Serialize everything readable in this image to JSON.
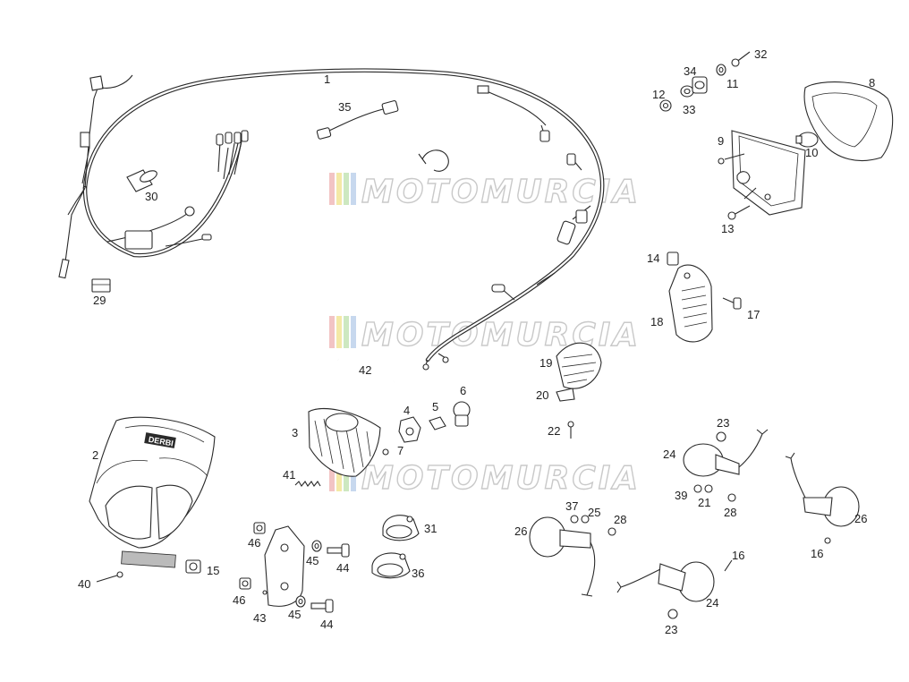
{
  "watermark": {
    "text": "MOTOMURCIA",
    "stripe_colors": [
      "#f2c4c4",
      "#f4e9a6",
      "#cde8c0",
      "#c7d8ee"
    ]
  },
  "headlight_brand": "DERBI",
  "callouts": {
    "c1": "1",
    "c2": "2",
    "c3": "3",
    "c4": "4",
    "c5": "5",
    "c6": "6",
    "c7": "7",
    "c8": "8",
    "c9": "9",
    "c10": "10",
    "c11": "11",
    "c12": "12",
    "c13": "13",
    "c14": "14",
    "c15": "15",
    "c16a": "16",
    "c16b": "16",
    "c17": "17",
    "c18": "18",
    "c19": "19",
    "c20": "20",
    "c21": "21",
    "c22": "22",
    "c23a": "23",
    "c23b": "23",
    "c24a": "24",
    "c24b": "24",
    "c25": "25",
    "c26a": "26",
    "c26b": "26",
    "c28a": "28",
    "c28b": "28",
    "c29": "29",
    "c30": "30",
    "c31": "31",
    "c32": "32",
    "c33": "33",
    "c34": "34",
    "c35": "35",
    "c36": "36",
    "c37": "37",
    "c39": "39",
    "c40": "40",
    "c41": "41",
    "c42": "42",
    "c43": "43",
    "c44a": "44",
    "c44b": "44",
    "c45a": "45",
    "c45b": "45",
    "c46a": "46",
    "c46b": "46"
  }
}
